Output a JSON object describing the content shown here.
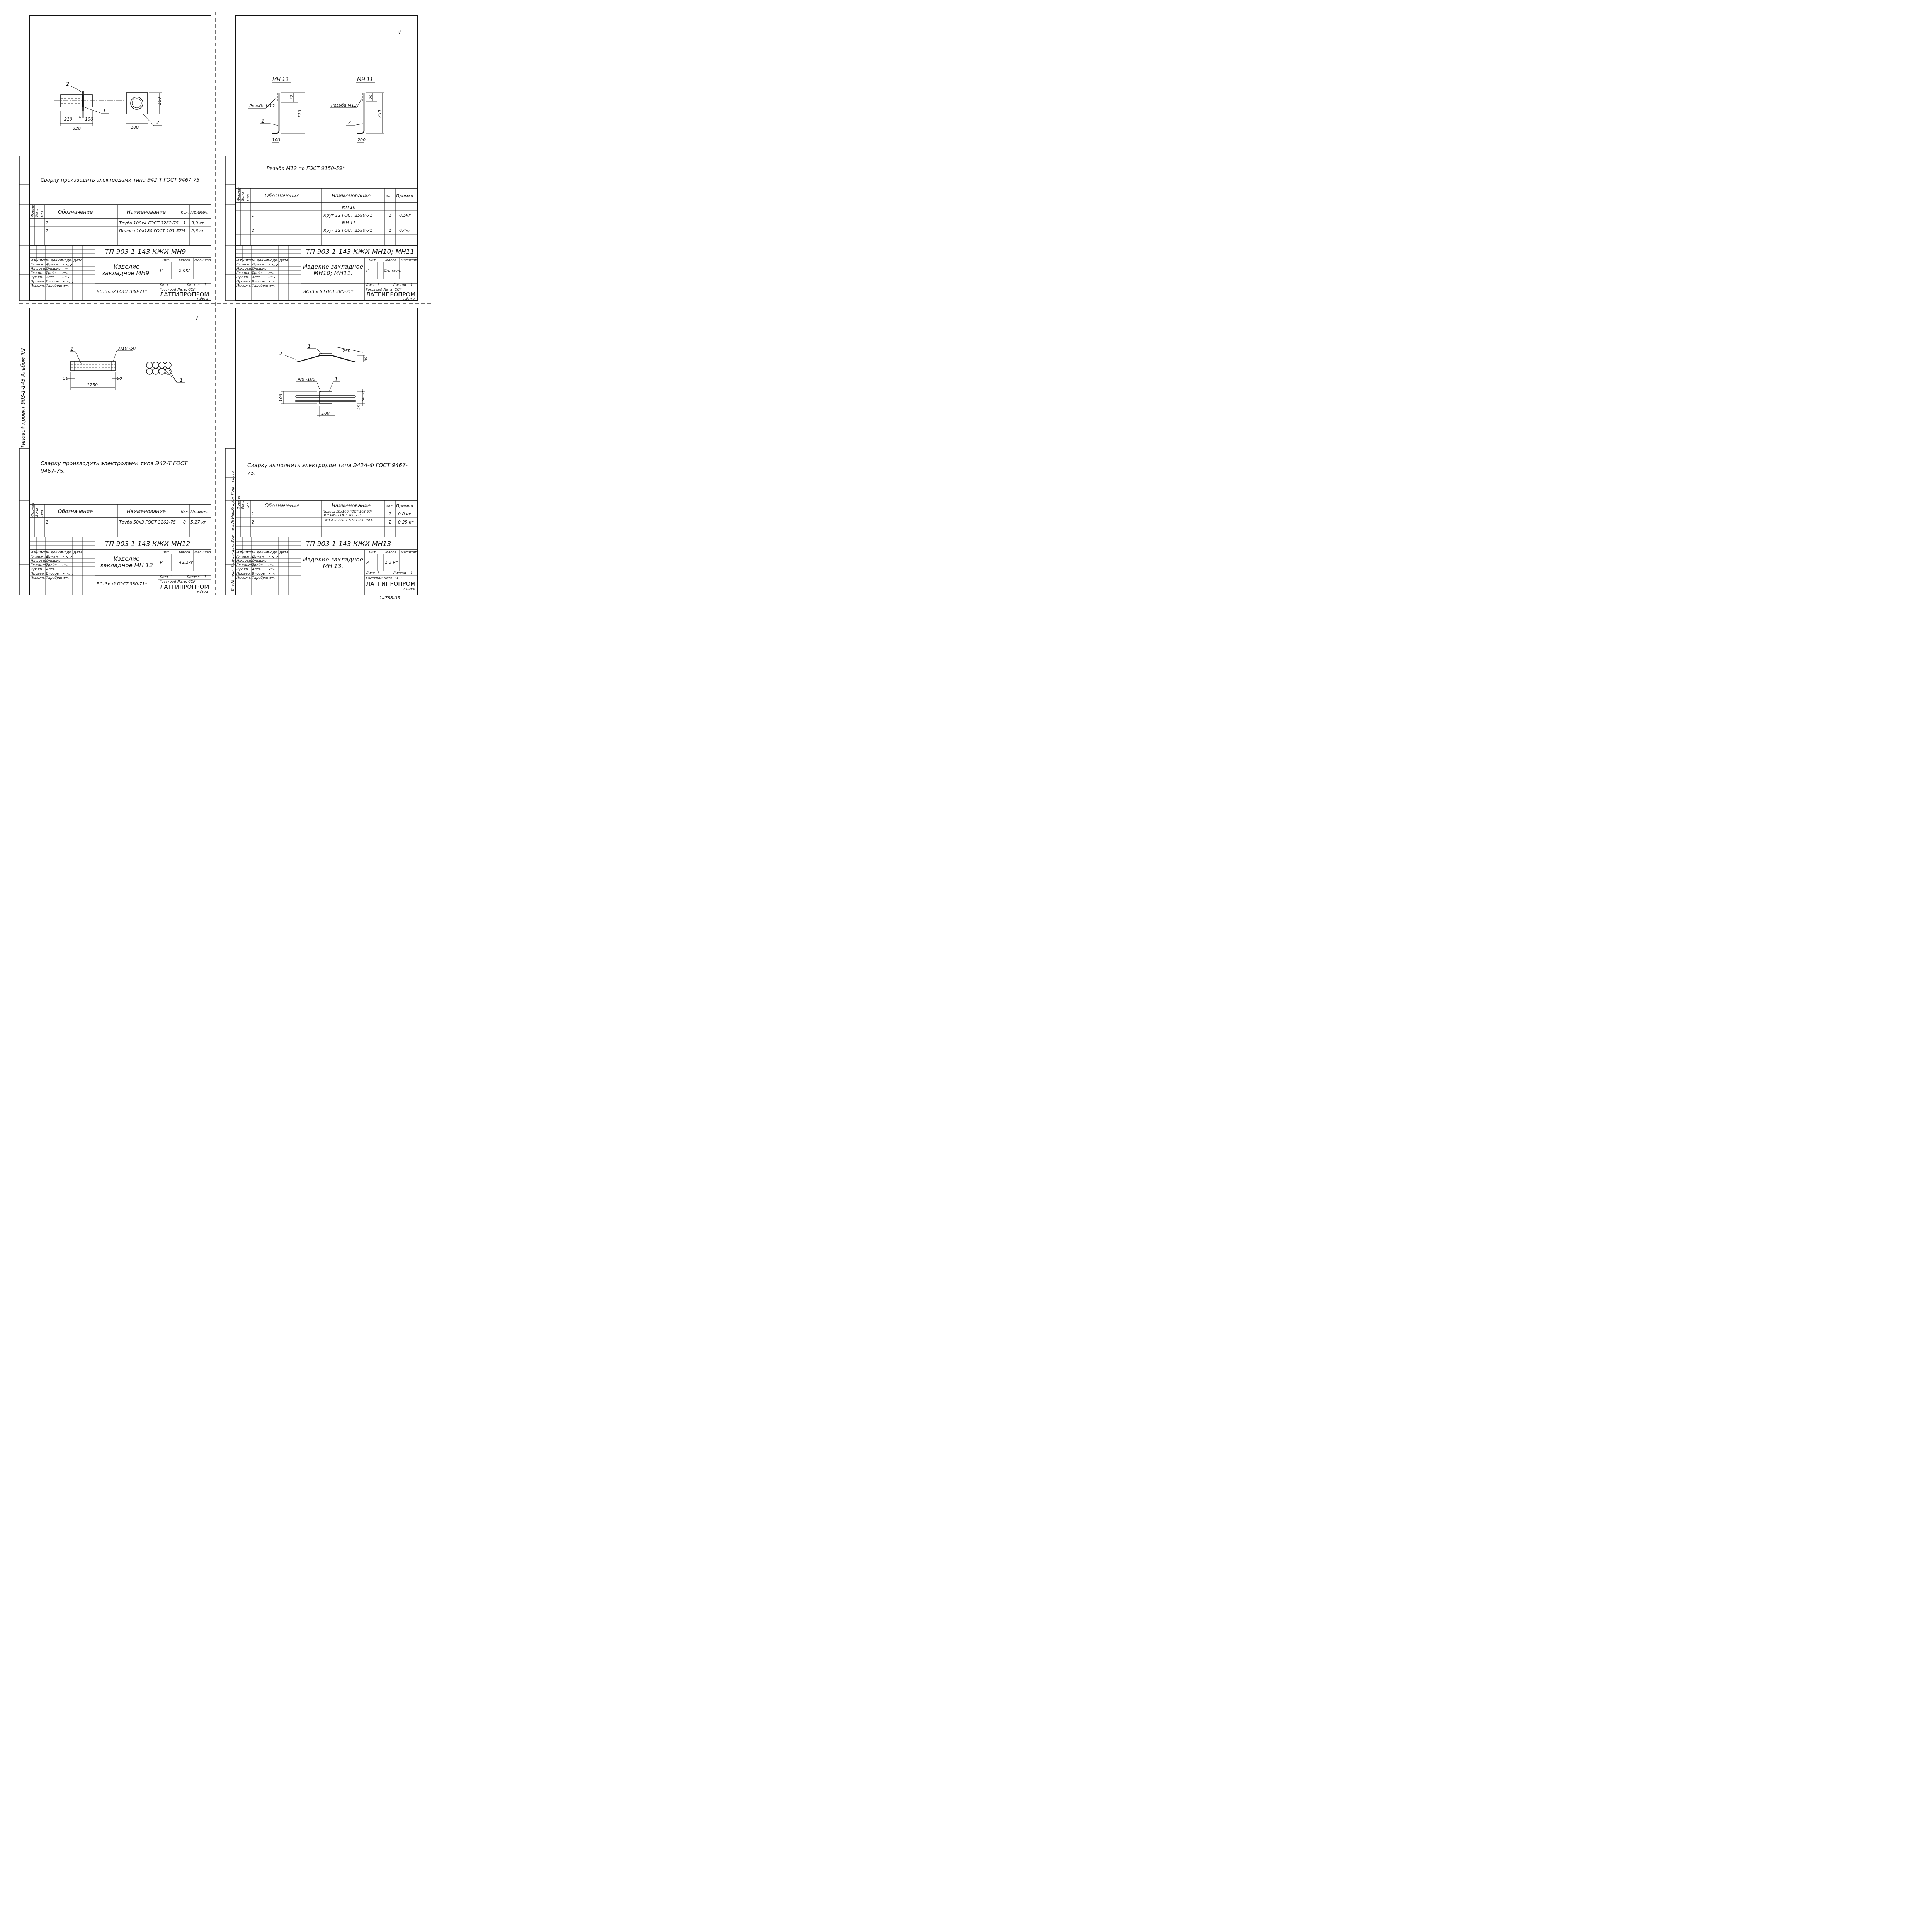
{
  "stamps": {
    "stamp_left": "Инв.№ подл.   Подп. и дата   Взам. инв.№   Инв.№ дубл.   Подп. и дата",
    "album_note": "Типовой проект 903-1-143   Альбом II/2"
  },
  "headers": {
    "format": "Формат",
    "zone": "Зона",
    "pos": "Поз.",
    "designation": "Обозначение",
    "name": "Наименование",
    "qty": "Кол.",
    "note": "Примеч."
  },
  "tb_labels": {
    "izm": "Изм.",
    "list": "Лист",
    "ndoc": "№ докум.",
    "podp": "Подп.",
    "data": "Дата",
    "lit": "Лит.",
    "massa": "Масса",
    "masshtab": "Масштаб",
    "list_n": "Лист",
    "listov": "Листов",
    "gip": "Гл.инж.пр.",
    "nach": "Нач.отд.",
    "gl_konstr": "Гл.констр.",
    "ruk": "Рук.гр.",
    "prover": "Провер.",
    "ispoln": "Исполн."
  },
  "people": {
    "gip": "Думан",
    "nach": "Олешко",
    "gl_konstr": "Трейс",
    "ruk": "Апсе",
    "prover": "Второв",
    "ispoln": "Тарабрина"
  },
  "sheets": [
    {
      "code": "ТП 903-1-143  КЖИ-МН9",
      "title": "Изделие закладное МН9.",
      "lit": "Р",
      "mass": "5,6кг",
      "list": "1",
      "listov": "1",
      "material": "ВСт3кп2 ГОСТ 380-71*",
      "org_line1": "Госстрой Латв. ССР",
      "org_name": "ЛАТГИПРОПРОМ",
      "org_city": "г.Рига",
      "note": "Сварку производить электродами типа Э42-Т ГОСТ 9467-75",
      "rows": [
        {
          "pos": "1",
          "name": "Труба 100х4 ГОСТ 3262-75",
          "qty": "1",
          "note": "3,0 кг"
        },
        {
          "pos": "2",
          "name": "Полоса 10х180 ГОСТ 103-57*",
          "qty": "1",
          "note": "2,6 кг"
        }
      ],
      "dims": {
        "d1": "210",
        "d2": "10",
        "d3": "100",
        "d4": "320",
        "d5": "180",
        "d6": "180",
        "l1": "1",
        "l2": "2",
        "l3": "2"
      }
    },
    {
      "code": "ТП 903-1-143  КЖИ-МН10; МН11",
      "title": "Изделие закладное МН10; МН11.",
      "lit": "Р",
      "mass": "См. табл.",
      "list": "1",
      "listov": "1",
      "material": "ВСт3пс6 ГОСТ 380-71*",
      "org_line1": "Госстрой Латв. ССР",
      "org_name": "ЛАТГИПРОПРОМ",
      "org_city": "г.Рига",
      "note": "Резьба М12   по ГОСТ 9150-59*",
      "mark": "√",
      "rows": [
        {
          "pos": "",
          "name": "МН 10",
          "qty": "",
          "note": ""
        },
        {
          "pos": "1",
          "name": "Круг 12  ГОСТ 2590-71",
          "qty": "1",
          "note": "0,5кг"
        },
        {
          "pos": "",
          "name": "МН 11",
          "qty": "",
          "note": ""
        },
        {
          "pos": "2",
          "name": "Круг 12 ГОСТ 2590-71",
          "qty": "1",
          "note": "0,4кг"
        }
      ],
      "dims": {
        "mh10": "МН 10",
        "mh11": "МН 11",
        "thread10": "Резьба М12",
        "thread11": "Резьба М12",
        "d70a": "70",
        "d520": "520",
        "d100": "100",
        "d70b": "70",
        "d250": "250",
        "d200": "200",
        "l1": "1",
        "l2": "2"
      }
    },
    {
      "code": "ТП 903-1-143  КЖИ-МН12",
      "title": "Изделие закладное МН 12",
      "lit": "Р",
      "mass": "42,2кг",
      "list": "1",
      "listov": "1",
      "material": "ВСт3кп2 ГОСТ 380-71*",
      "org_line1": "Госстрой Латв. ССР",
      "org_name": "ЛАТГИПРОПРОМ",
      "org_city": "г.Рига",
      "note": "Сварку производить электродами типа Э42-Т ГОСТ 9467-75.",
      "mark": "√",
      "rows": [
        {
          "pos": "1",
          "name": "Труба 50х3 ГОСТ 3262-75",
          "qty": "8",
          "note": "5,27 кг"
        }
      ],
      "dims": {
        "l1": "1",
        "weld": "7/10 -50",
        "d50a": "50",
        "d1250": "1250",
        "d50b": "50",
        "l2": "1"
      }
    },
    {
      "code": "ТП 903-1-143  КЖИ-МН13",
      "title": "Изделие закладное МН 13.",
      "lit": "Р",
      "mass": "1,3 кг",
      "list": "1",
      "listov": "1",
      "material": "",
      "org_line1": "Госстрой Латв. ССР",
      "org_name": "ЛАТГИПРОПРОМ",
      "org_city": "г.Рига",
      "note": "Сварку выполнить электродом типа Э42А-Ф ГОСТ 9467-75.",
      "sheet_no": "14788-05",
      "rows": [
        {
          "pos": "1",
          "name": "Полоса 10х100 ГОСТ 103-57* ВСт3кп2 ГОСТ 380-71*",
          "qty": "1",
          "note": "0,8 кг"
        },
        {
          "pos": "2",
          "name": "Ф8 А III ГОСТ 5781-75 35ГС",
          "qty": "2",
          "note": "0,25 кг"
        }
      ],
      "dims": {
        "l1": "1",
        "l2": "2",
        "d250": "250",
        "d80": "80",
        "weld": "4/8 -100",
        "l3": "1",
        "d100a": "100",
        "d25a": "25",
        "d50": "50",
        "d25b": "25",
        "d100b": "100"
      }
    }
  ]
}
